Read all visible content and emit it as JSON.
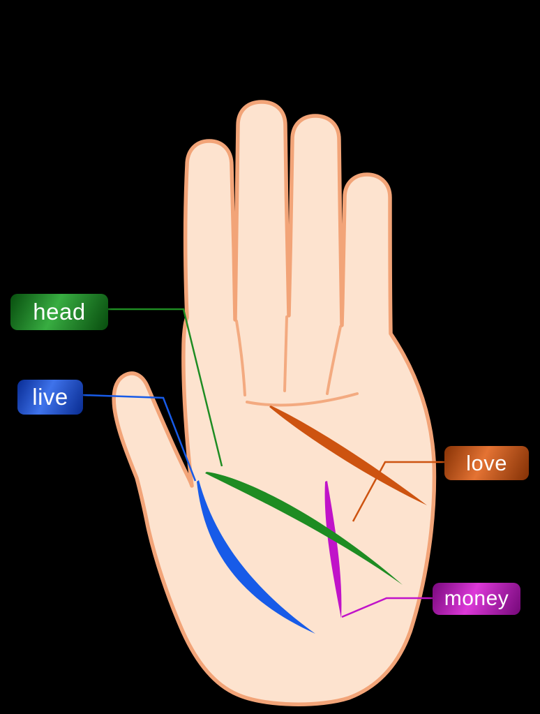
{
  "diagram": {
    "background": "#000000",
    "hand_fill": "#fde3cf",
    "hand_stroke": "#f2a478",
    "crease_color": "#f2a478",
    "label_text_color": "#ffffff"
  },
  "lines": {
    "head": {
      "label": "head",
      "line_color": "#1e8c22",
      "badge_color": "#17a022",
      "badge_dark": "#0b6e14"
    },
    "live": {
      "label": "live",
      "line_color": "#175be8",
      "badge_color": "#1f5ce8",
      "badge_dark": "#0c3ecf"
    },
    "love": {
      "label": "love",
      "line_color": "#cd5310",
      "badge_color": "#e05c12",
      "badge_dark": "#bc4607"
    },
    "money": {
      "label": "money",
      "line_color": "#c013c9",
      "badge_color": "#d718d2",
      "badge_dark": "#a80cae"
    }
  }
}
